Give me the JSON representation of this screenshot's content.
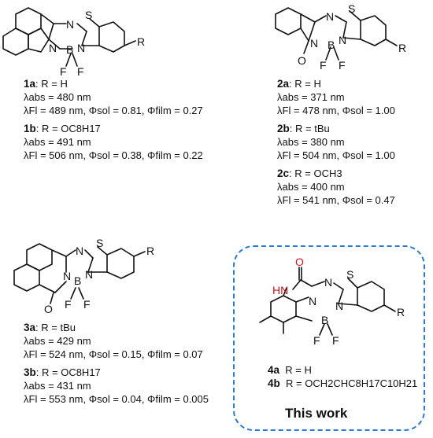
{
  "figure": {
    "colors": {
      "frame": "#2a7bd1",
      "nh_highlight": "#d1141a",
      "ink": "#111111"
    },
    "compounds": {
      "c1a": {
        "id": "1a",
        "sub": "R = H",
        "abs": "λabs = 480 nm",
        "fl": "λFl = 489 nm, Φsol = 0.81, Φfilm = 0.27"
      },
      "c1b": {
        "id": "1b",
        "sub": "R = OC8H17",
        "abs": "λabs = 491 nm",
        "fl": "λFl = 506 nm, Φsol = 0.38, Φfilm = 0.22"
      },
      "c2a": {
        "id": "2a",
        "sub": "R = H",
        "abs": "λabs = 371 nm",
        "fl": "λFl = 478 nm, Φsol = 1.00"
      },
      "c2b": {
        "id": "2b",
        "sub": "R = tBu",
        "abs": "λabs = 380 nm",
        "fl": "λFl = 504 nm, Φsol = 1.00"
      },
      "c2c": {
        "id": "2c",
        "sub": "R = OCH3",
        "abs": "λabs = 400 nm",
        "fl": "λFl = 541 nm, Φsol = 0.47"
      },
      "c3a": {
        "id": "3a",
        "sub": "R = tBu",
        "abs": "λabs = 429 nm",
        "fl": "λFl = 524 nm, Φsol = 0.15, Φfilm = 0.07"
      },
      "c3b": {
        "id": "3b",
        "sub": "R = OC8H17",
        "abs": "λabs = 431 nm",
        "fl": "λFl = 553 nm, Φsol = 0.04, Φfilm = 0.005"
      },
      "c4a": {
        "id": "4a",
        "sub": "R = H"
      },
      "c4b": {
        "id": "4b",
        "sub": "R = OCH2CHC8H17C10H21"
      }
    },
    "this_work": "This work",
    "atoms": {
      "N": "N",
      "S": "S",
      "B": "B",
      "F": "F",
      "O": "O",
      "R": "R",
      "HN": "HN"
    }
  }
}
